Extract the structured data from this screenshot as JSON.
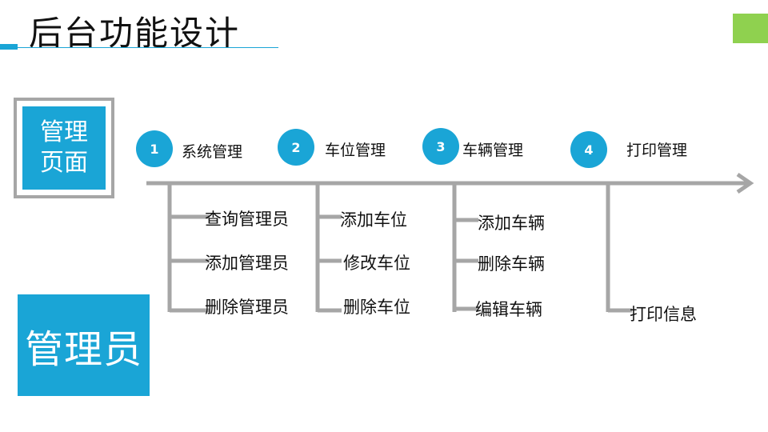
{
  "title": "后台功能设计",
  "page_box_label": "管理\n页面",
  "admin_box_label": "管理员",
  "sections": [
    {
      "number": "1",
      "label": "系统管理",
      "items": [
        "查询管理员",
        "添加管理员",
        "删除管理员"
      ]
    },
    {
      "number": "2",
      "label": "车位管理",
      "items": [
        "添加车位",
        "修改车位",
        "删除车位"
      ]
    },
    {
      "number": "3",
      "label": "车辆管理",
      "items": [
        "添加车辆",
        "删除车辆",
        "编辑车辆"
      ]
    },
    {
      "number": "4",
      "label": "打印管理",
      "items": [
        "打印信息"
      ]
    }
  ],
  "colors": {
    "accent": "#1aa5d6",
    "green": "#8fd14f",
    "line": "#a6a6a6"
  }
}
